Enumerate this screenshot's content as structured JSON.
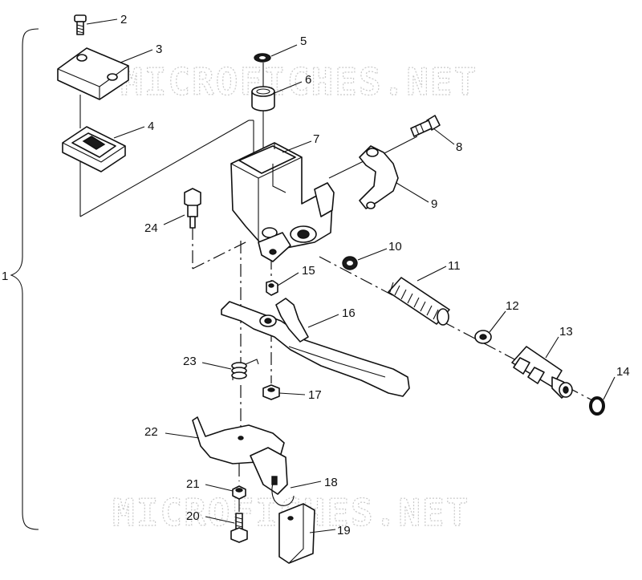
{
  "watermarks": [
    "MICROFICHES.NET",
    "MICROFICHES.NET"
  ],
  "assembly_label": "1",
  "parts": [
    {
      "id": "2"
    },
    {
      "id": "3"
    },
    {
      "id": "4"
    },
    {
      "id": "5"
    },
    {
      "id": "6"
    },
    {
      "id": "7"
    },
    {
      "id": "8"
    },
    {
      "id": "9"
    },
    {
      "id": "10"
    },
    {
      "id": "11"
    },
    {
      "id": "12"
    },
    {
      "id": "13"
    },
    {
      "id": "14"
    },
    {
      "id": "15"
    },
    {
      "id": "16"
    },
    {
      "id": "17"
    },
    {
      "id": "18"
    },
    {
      "id": "19"
    },
    {
      "id": "20"
    },
    {
      "id": "21"
    },
    {
      "id": "22"
    },
    {
      "id": "23"
    },
    {
      "id": "24"
    }
  ]
}
